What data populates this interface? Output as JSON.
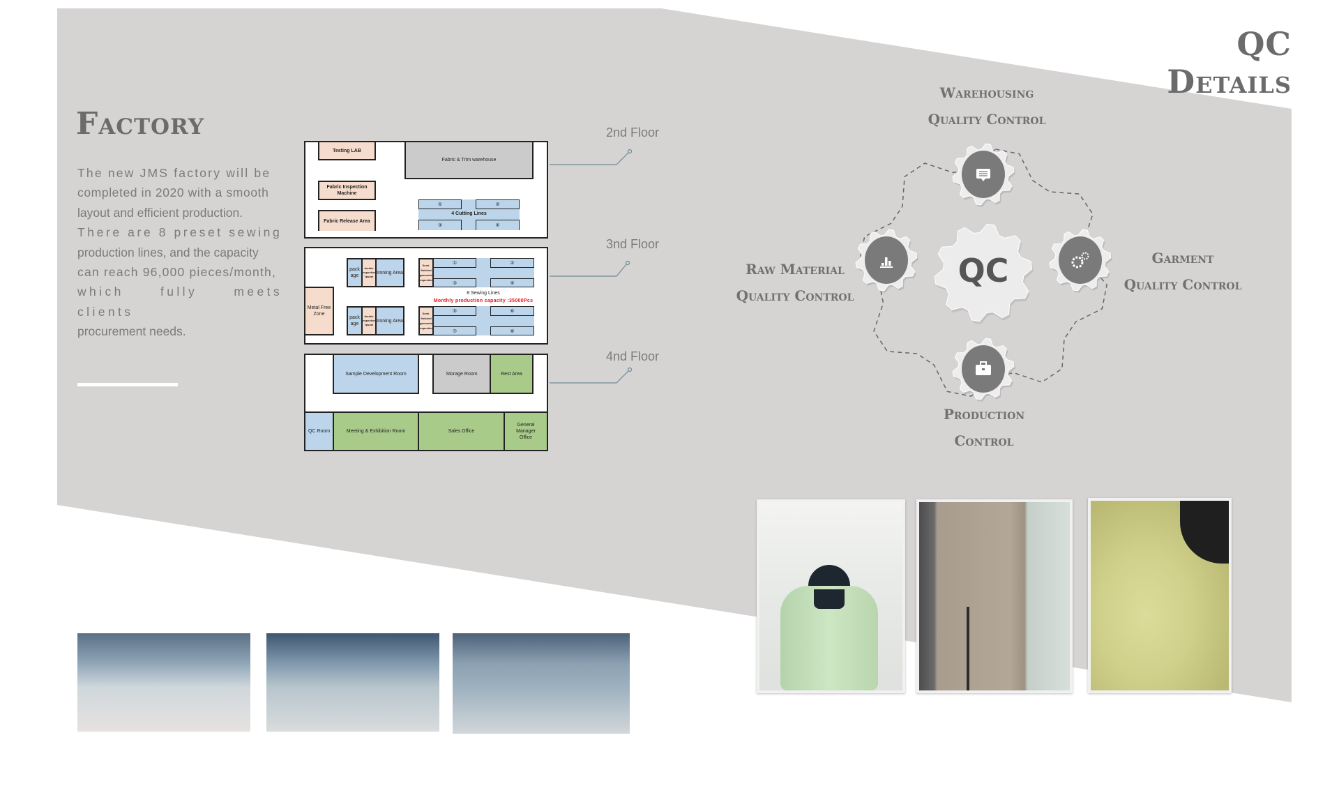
{
  "header": {
    "title": "QC Details"
  },
  "factory": {
    "title": "Factory",
    "paragraph_lines": [
      "The new JMS factory will be",
      "completed in 2020 with a smooth",
      "layout and efficient production.",
      "There are 8 preset sewing",
      "production lines, and the capacity",
      "can reach 96,000 pieces/month,",
      "which fully meets clients",
      "procurement needs."
    ]
  },
  "floors": {
    "second": {
      "label": "2nd Floor",
      "testing_lab": "Testing LAB",
      "warehouse": "Fabric & Trim warehouse",
      "inspection_machine": "Fabric Inspection Machine",
      "release_area": "Fabric Release Area",
      "cutting_lines": "4 Cutting Lines",
      "line_numbers": [
        "①",
        "②",
        "③",
        "④"
      ]
    },
    "third": {
      "label": "3nd Floor",
      "metal_free_zone": "Metal Free Zone",
      "package": "pack age",
      "double_inspection": "double inspection 'ipsum",
      "ironing_area": "Ironing Area",
      "semi_finished": "Semi-finished garments inspection",
      "sewing_lines": "8 Sewing Lines",
      "capacity": "Monthly production capacity :35000Pcs",
      "capacity_color": "#e8141b",
      "line_numbers": [
        "①",
        "②",
        "③",
        "④",
        "⑤",
        "⑥",
        "⑦",
        "⑧"
      ]
    },
    "fourth": {
      "label": "4nd Floor",
      "sample_room": "Sample Development Room",
      "storage_room": "Storage Room",
      "rest_area": "Rest Area",
      "qc_room": "QC Room",
      "meeting_room": "Meeting & Exhibition Room",
      "sales_office": "Sales Office",
      "gm_office": "General Manager Office"
    }
  },
  "qc_diagram": {
    "center": "QC",
    "nodes": {
      "top": {
        "line1": "Warehousing",
        "line2": "Quality Control",
        "icon": "chat-list-icon"
      },
      "left": {
        "line1": "Raw Material",
        "line2": "Quality Control",
        "icon": "bar-chart-icon"
      },
      "right": {
        "line1": "Garment",
        "line2": "Quality Control",
        "icon": "gears-icon"
      },
      "bottom": {
        "line1": "Production",
        "line2": "Control",
        "icon": "briefcase-icon"
      }
    }
  },
  "colors": {
    "panel": "#d6d3d3",
    "gear_dark": "#7a7a7a",
    "title": "#6c6b6b"
  }
}
